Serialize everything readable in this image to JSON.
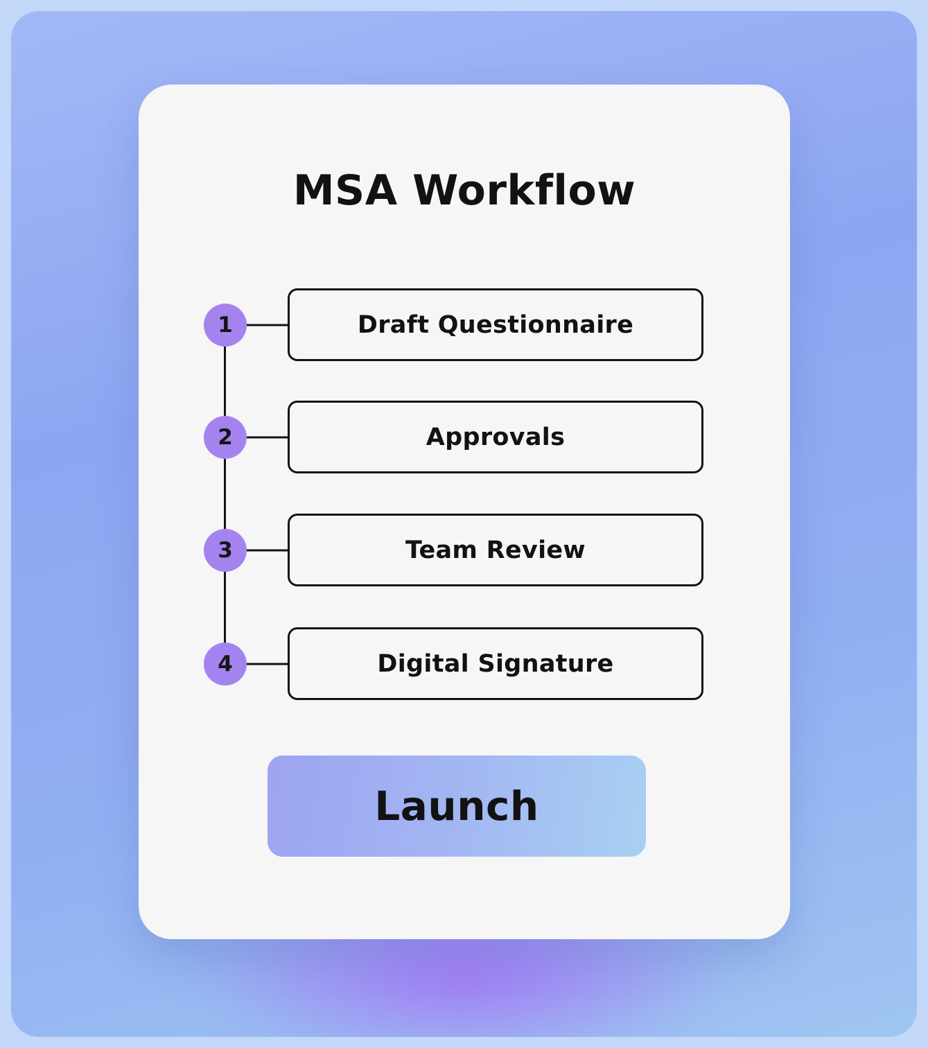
{
  "title": "MSA Workflow",
  "steps": [
    {
      "number": "1",
      "label": "Draft Questionnaire"
    },
    {
      "number": "2",
      "label": "Approvals"
    },
    {
      "number": "3",
      "label": "Team Review"
    },
    {
      "number": "4",
      "label": "Digital Signature"
    }
  ],
  "launch": {
    "label": "Launch"
  },
  "colors": {
    "accent_purple_badge": "#a583ef",
    "background_blue": "#8ea6f2",
    "glow_purple": "#a855f7",
    "card_background": "#f6f6f7",
    "button_gradient_start": "#9da4f1",
    "button_gradient_end": "#a8d0f2",
    "outline_black": "#141414"
  }
}
